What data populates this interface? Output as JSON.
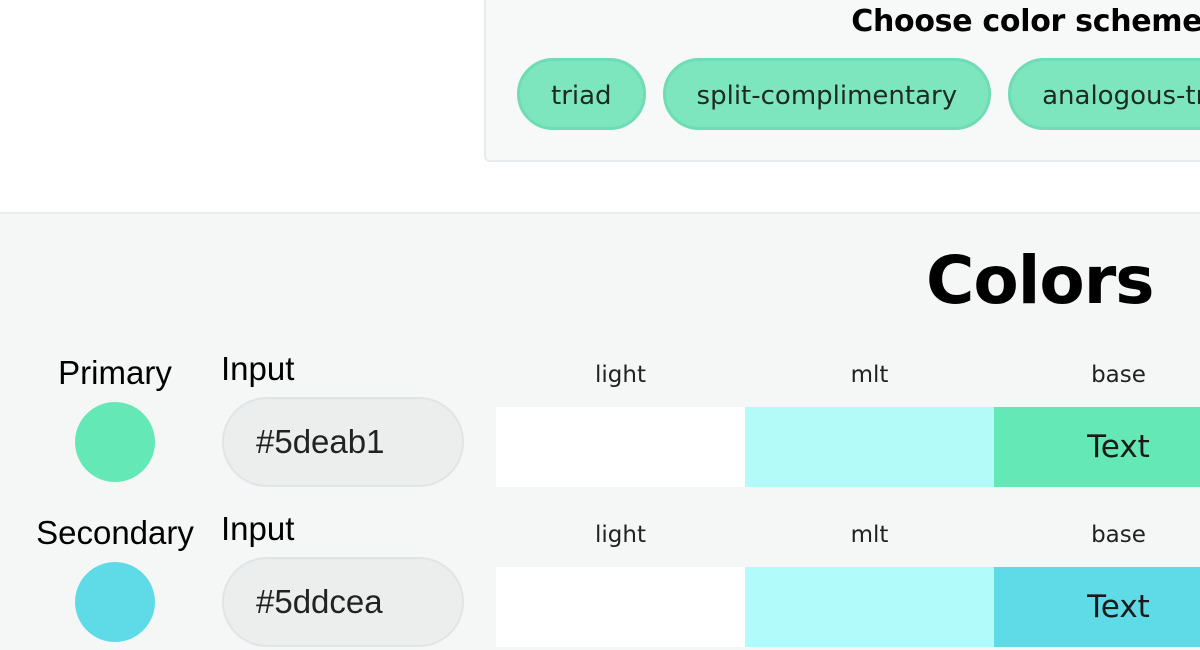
{
  "scheme_picker": {
    "title": "Choose color scheme:",
    "options": [
      "triad",
      "split-complimentary",
      "analogous-triad"
    ]
  },
  "colors": {
    "title": "Colors",
    "shade_headers": [
      "light",
      "mlt",
      "base"
    ],
    "rows": [
      {
        "label": "Primary",
        "input_label": "Input",
        "value": "#5deab1",
        "swatch": "#64e8b6",
        "shades": {
          "light": "#ffffff",
          "mlt": "#b2fbf8",
          "base": "#64e8b6"
        },
        "base_text": "Text"
      },
      {
        "label": "Secondary",
        "input_label": "Input",
        "value": "#5ddcea",
        "swatch": "#5fdbe7",
        "shades": {
          "light": "#ffffff",
          "mlt": "#b2fbfb",
          "base": "#5fdbe7"
        },
        "base_text": "Text"
      }
    ]
  }
}
